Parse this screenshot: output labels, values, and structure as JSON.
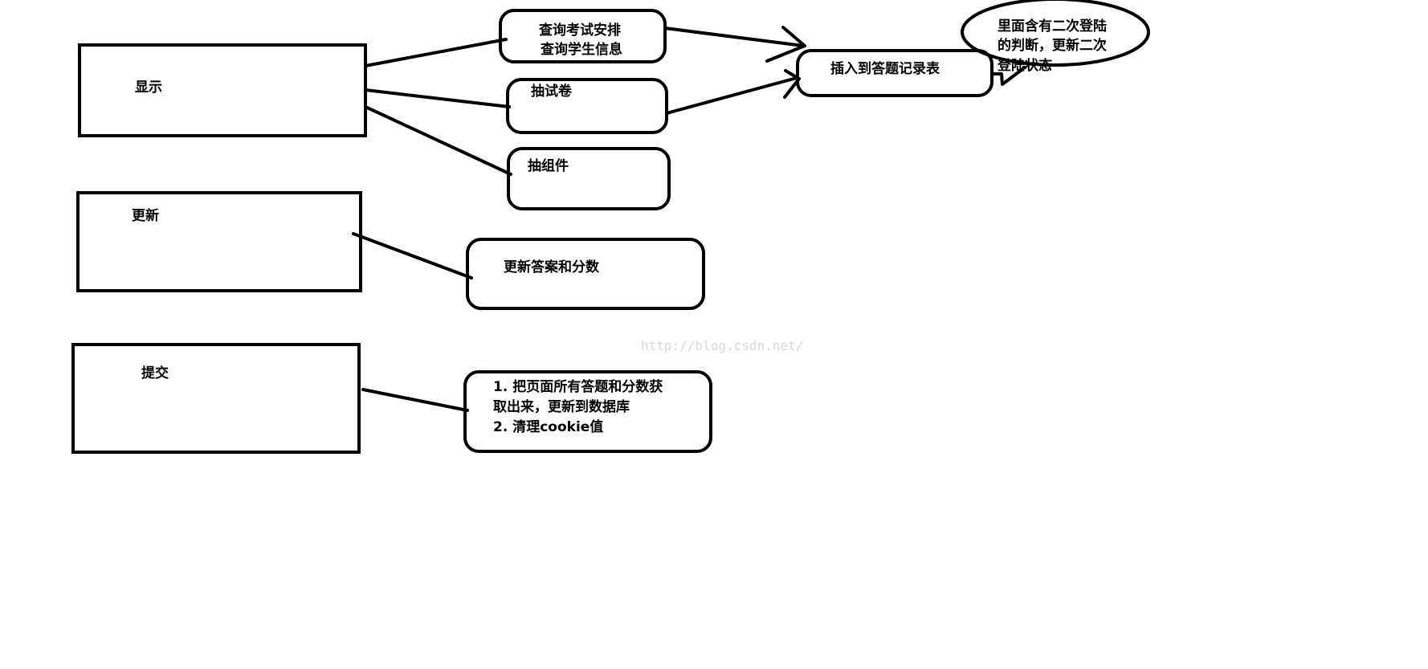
{
  "diagram": {
    "boxes": {
      "display": "显示",
      "update": "更新",
      "submit": "提交"
    },
    "nodes": {
      "query": [
        "查询考试安排",
        "查询学生信息"
      ],
      "draw_paper": "抽试卷",
      "draw_group": "抽组件",
      "insert": "插入到答题记录表",
      "ellipse_note": [
        "里面含有二次登陆",
        "的判断，更新二次",
        "登陆状态"
      ],
      "update_answers": "更新答案和分数",
      "submit_steps": [
        "1. 把页面所有答题和分数获",
        "取出来，更新到数据库",
        "2. 清理cookie值"
      ]
    },
    "watermark": "http://blog.csdn.net/"
  }
}
